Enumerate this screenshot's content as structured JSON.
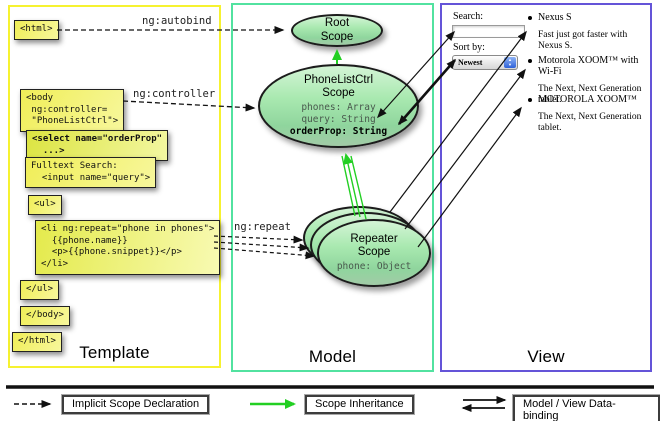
{
  "columns": {
    "template": {
      "label": "Template"
    },
    "model": {
      "label": "Model"
    },
    "view": {
      "label": "View"
    }
  },
  "template_code": {
    "html_open": "<html>",
    "body_open": "<body\n ng:controller=\n \"PhoneListCtrl\">",
    "select": "<select name=\"orderProp\"\n  ...>",
    "fulltext": "Fulltext Search:\n  <input name=\"query\">",
    "ul_open": "<ul>",
    "li_repeat": "<li ng:repeat=\"phone in phones\">\n  {{phone.name}}\n  <p>{{phone.snippet}}</p>\n</li>",
    "ul_close": "</ul>",
    "body_close": "</body>",
    "html_close": "</html>"
  },
  "annotations": {
    "autobind": "ng:autobind",
    "controller": "ng:controller",
    "repeat": "ng:repeat"
  },
  "model_scopes": {
    "root": {
      "title": "Root\nScope"
    },
    "phonelist": {
      "title": "PhoneListCtrl\nScope",
      "props": "phones: Array\nquery: String",
      "bold_prop": "orderProp: String"
    },
    "repeater": {
      "title": "Repeater\nScope",
      "prop": "phone: Object"
    }
  },
  "view": {
    "search_label": "Search:",
    "search_value": "",
    "sort_label": "Sort by:",
    "sort_value": "Newest",
    "phones": [
      {
        "name": "Nexus S",
        "snippet": "Fast just got faster with Nexus S."
      },
      {
        "name": "Motorola XOOM™ with Wi-Fi",
        "snippet": "The Next, Next Generation tablet."
      },
      {
        "name": "MOTOROLA XOOM™",
        "snippet": "The Next, Next Generation tablet."
      }
    ]
  },
  "legend": [
    {
      "label": "Implicit Scope Declaration"
    },
    {
      "label": "Scope Inheritance"
    },
    {
      "label": "Model / View Data-binding"
    }
  ],
  "colors": {
    "template_border": "#f6f230",
    "model_border": "#52e2a0",
    "view_border": "#6454d8",
    "inheritance_green": "#22cf22",
    "box_yellow": "#f0ee58"
  }
}
